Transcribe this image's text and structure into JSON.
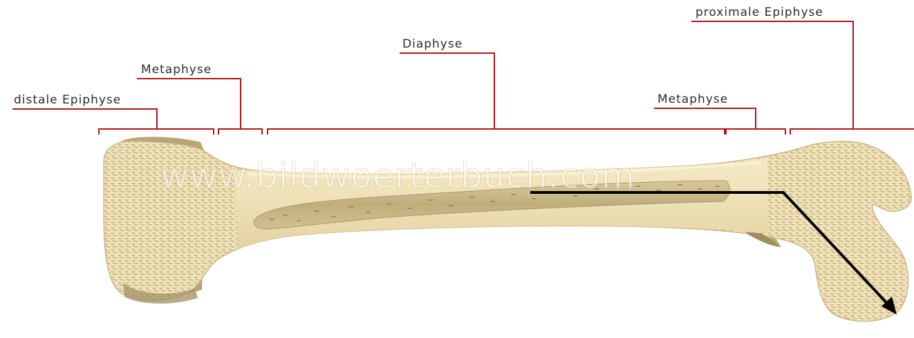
{
  "labels": {
    "distal_epiphysis": "distale Epiphyse",
    "metaphysis_left": "Metaphyse",
    "diaphysis": "Diaphyse",
    "metaphysis_right": "Metaphyse",
    "proximal_epiphysis": "proximale Epiphyse"
  },
  "watermark": "www.bildwoerterbuch.com",
  "colors": {
    "leader_line": "#b5121b",
    "bone_fill": "#f1e2b8",
    "bone_spongy": "#b8a67a",
    "marrow_cavity": "#c9b98a",
    "bone_shadow": "#a0906a",
    "arrow": "#000000"
  }
}
